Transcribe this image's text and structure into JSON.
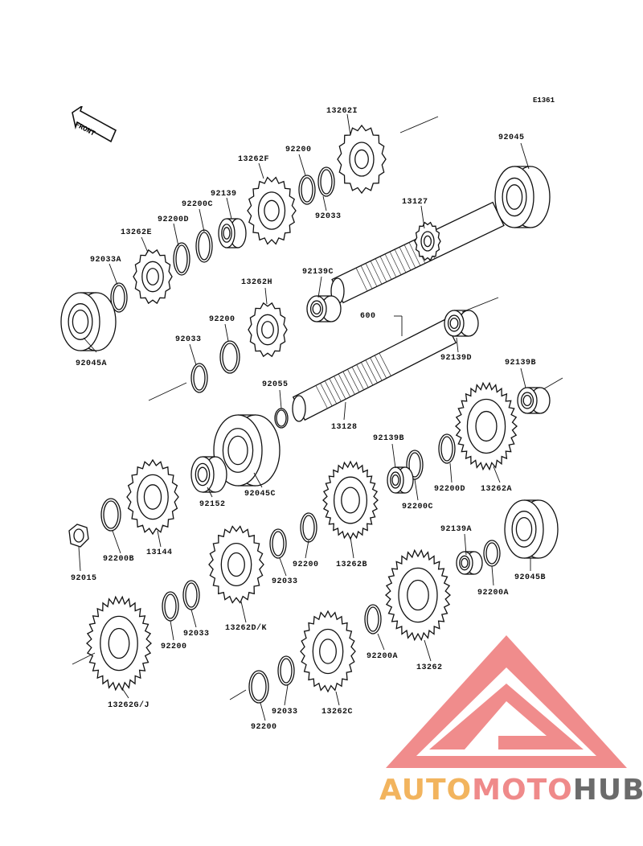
{
  "diagram_code": "E1361",
  "front_label": "FRONT",
  "brand": {
    "part1": "AUTO",
    "part2": "MOTO",
    "part3": "HUB",
    "colors": {
      "auto": "#f2b45e",
      "moto": "#ef8a8a",
      "hub": "#6b6b6b"
    }
  },
  "labels": [
    {
      "id": "13262I",
      "text": "13262I"
    },
    {
      "id": "92045",
      "text": "92045"
    },
    {
      "id": "13262F",
      "text": "13262F"
    },
    {
      "id": "92200a",
      "text": "92200"
    },
    {
      "id": "92139",
      "text": "92139"
    },
    {
      "id": "92200C",
      "text": "92200C"
    },
    {
      "id": "92200D",
      "text": "92200D"
    },
    {
      "id": "13262E",
      "text": "13262E"
    },
    {
      "id": "92033",
      "text": "92033"
    },
    {
      "id": "13127",
      "text": "13127"
    },
    {
      "id": "92033A",
      "text": "92033A"
    },
    {
      "id": "92139C",
      "text": "92139C"
    },
    {
      "id": "13262H",
      "text": "13262H"
    },
    {
      "id": "600",
      "text": "600"
    },
    {
      "id": "92200b",
      "text": "92200"
    },
    {
      "id": "92045A",
      "text": "92045A"
    },
    {
      "id": "92033b",
      "text": "92033"
    },
    {
      "id": "92139D",
      "text": "92139D"
    },
    {
      "id": "92139B",
      "text": "92139B"
    },
    {
      "id": "92055",
      "text": "92055"
    },
    {
      "id": "13128",
      "text": "13128"
    },
    {
      "id": "92139B2",
      "text": "92139B"
    },
    {
      "id": "92200D2",
      "text": "92200D"
    },
    {
      "id": "13262A",
      "text": "13262A"
    },
    {
      "id": "92200C2",
      "text": "92200C"
    },
    {
      "id": "92045C",
      "text": "92045C"
    },
    {
      "id": "92152",
      "text": "92152"
    },
    {
      "id": "92139A",
      "text": "92139A"
    },
    {
      "id": "92200c",
      "text": "92200"
    },
    {
      "id": "92200B",
      "text": "92200B"
    },
    {
      "id": "13144",
      "text": "13144"
    },
    {
      "id": "13262B",
      "text": "13262B"
    },
    {
      "id": "92045B",
      "text": "92045B"
    },
    {
      "id": "92015",
      "text": "92015"
    },
    {
      "id": "92033c",
      "text": "92033"
    },
    {
      "id": "92200A",
      "text": "92200A"
    },
    {
      "id": "13262DK",
      "text": "13262D/K"
    },
    {
      "id": "92033d",
      "text": "92033"
    },
    {
      "id": "92200d",
      "text": "92200"
    },
    {
      "id": "92200A2",
      "text": "92200A"
    },
    {
      "id": "13262",
      "text": "13262"
    },
    {
      "id": "13262GJ",
      "text": "13262G/J"
    },
    {
      "id": "92033e",
      "text": "92033"
    },
    {
      "id": "13262C",
      "text": "13262C"
    },
    {
      "id": "92200e",
      "text": "92200"
    }
  ]
}
